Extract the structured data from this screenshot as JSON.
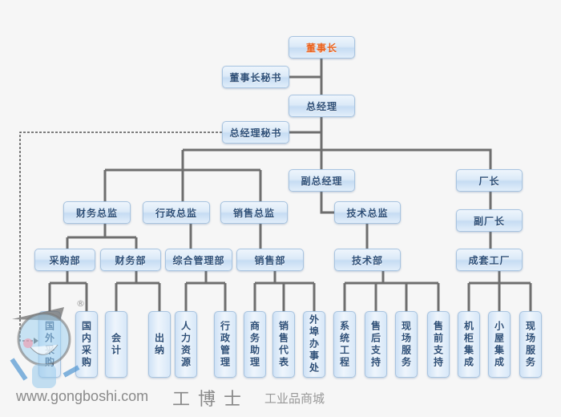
{
  "nodes": {
    "chairman": "董事长",
    "chairman_secretary": "董事长秘书",
    "general_manager": "总经理",
    "gm_secretary": "总经理秘书",
    "deputy_gm": "副总经理",
    "factory_director": "厂长",
    "finance_director": "财务总监",
    "admin_director": "行政总监",
    "sales_director": "销售总监",
    "tech_director": "技术总监",
    "deputy_factory_director": "副厂长",
    "purchasing_dept": "采购部",
    "finance_dept": "财务部",
    "general_admin_dept": "综合管理部",
    "sales_dept": "销售部",
    "tech_dept": "技术部",
    "complete_plant": "成套工厂"
  },
  "leaves": [
    "国外采购",
    "国内采购",
    "会计",
    "出纳",
    "人力资源",
    "行政管理",
    "商务助理",
    "销售代表",
    "外埠办事处",
    "系统工程",
    "售后支持",
    "现场服务",
    "售前支持",
    "机柜集成",
    "小屋集成",
    "现场服务"
  ],
  "watermark": {
    "brand": "工博士",
    "sub": "工业品商城",
    "url": "www.gongboshi.com",
    "reg": "®"
  },
  "colors": {
    "line": "#6e6e6e",
    "text": "#2d4f78",
    "top_text": "#e8601c"
  }
}
